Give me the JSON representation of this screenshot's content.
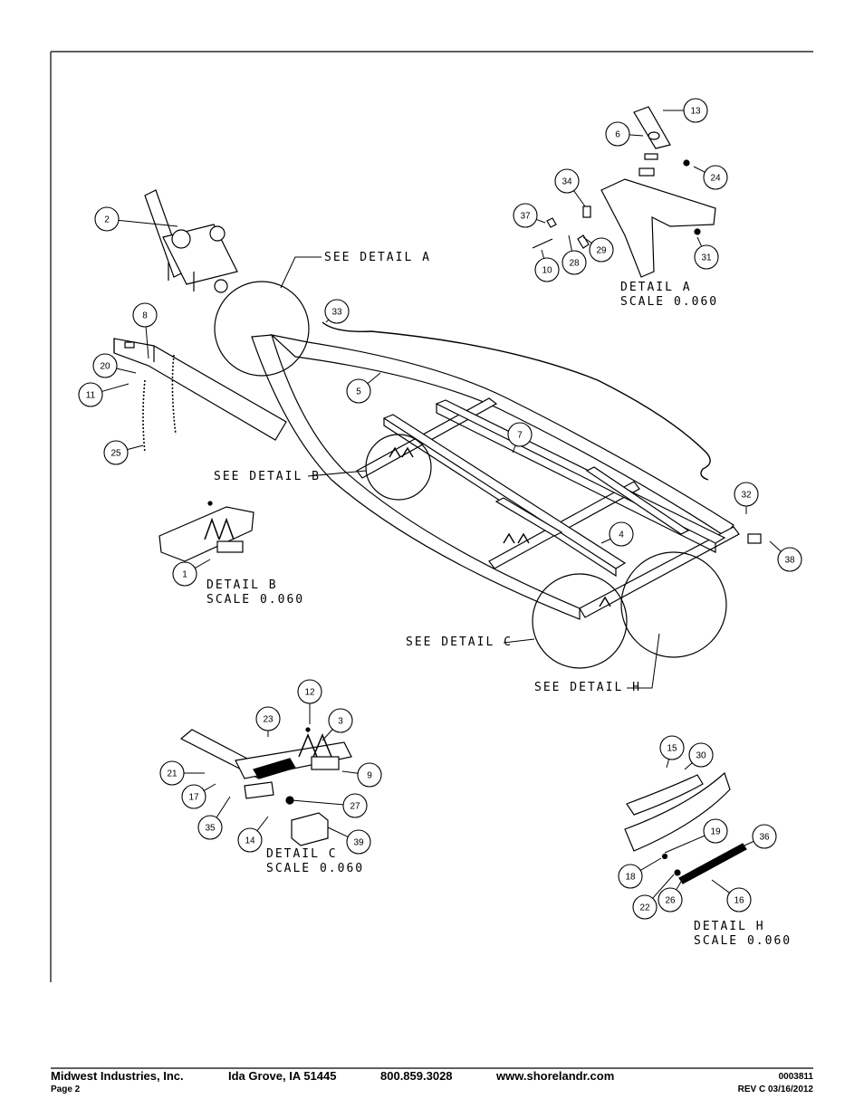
{
  "callouts": {
    "see_detail_a": "SEE DETAIL A",
    "see_detail_b": "SEE DETAIL B",
    "see_detail_c": "SEE DETAIL C",
    "see_detail_h": "SEE DETAIL H"
  },
  "details": {
    "a": {
      "title": "DETAIL A",
      "scale": "SCALE 0.060"
    },
    "b": {
      "title": "DETAIL B",
      "scale": "SCALE 0.060"
    },
    "c": {
      "title": "DETAIL C",
      "scale": "SCALE 0.060"
    },
    "h": {
      "title": "DETAIL H",
      "scale": "SCALE 0.060"
    }
  },
  "bubbles": {
    "b1": "1",
    "b2": "2",
    "b3": "3",
    "b4": "4",
    "b5": "5",
    "b6": "6",
    "b7": "7",
    "b8": "8",
    "b9": "9",
    "b10": "10",
    "b11": "11",
    "b12": "12",
    "b13": "13",
    "b14": "14",
    "b15": "15",
    "b16": "16",
    "b17": "17",
    "b18": "18",
    "b19": "19",
    "b20": "20",
    "b21": "21",
    "b22": "22",
    "b23": "23",
    "b24": "24",
    "b25": "25",
    "b26": "26",
    "b27": "27",
    "b28": "28",
    "b29": "29",
    "b30": "30",
    "b31": "31",
    "b32": "32",
    "b33": "33",
    "b34": "34",
    "b35": "35",
    "b36": "36",
    "b37": "37",
    "b38": "38",
    "b39": "39"
  },
  "footer": {
    "company": "Midwest Industries, Inc.",
    "city": "Ida Grove, IA  51445",
    "phone": "800.859.3028",
    "website": "www.shorelandr.com",
    "doc_number": "0003811",
    "page": "Page 2",
    "revision": "REV C  03/16/2012"
  }
}
